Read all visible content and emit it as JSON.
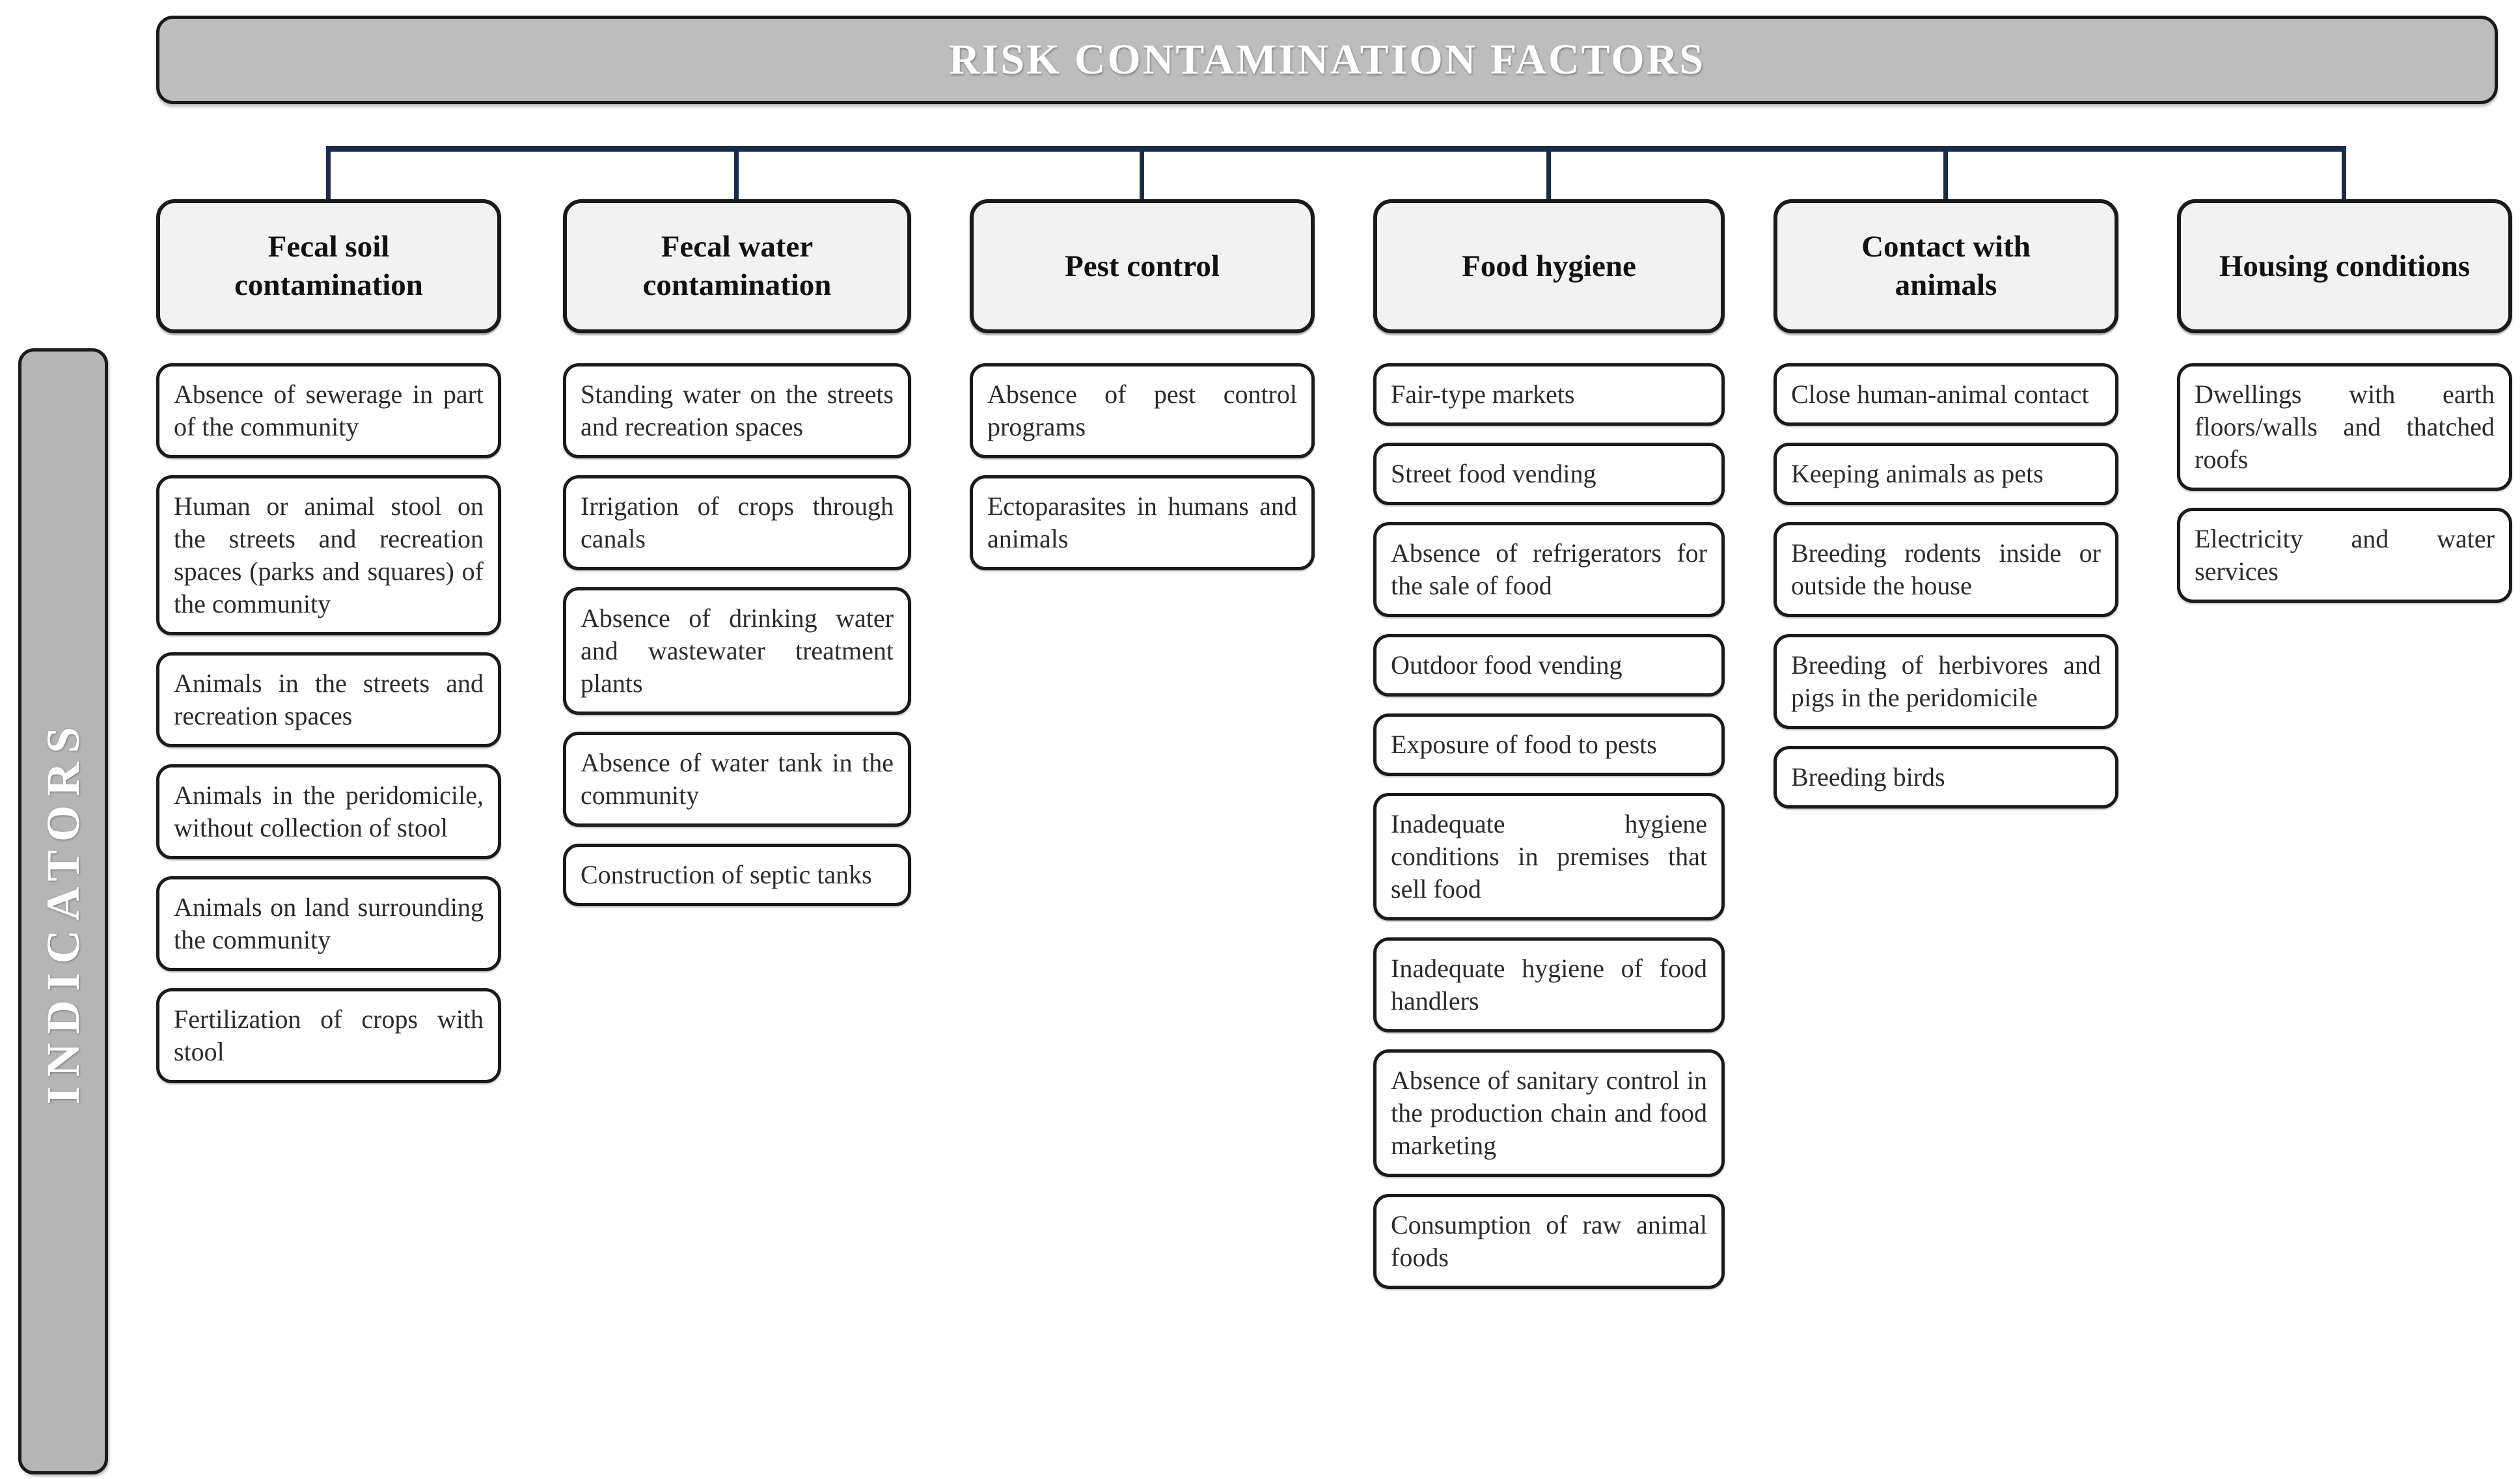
{
  "title": "RISK CONTAMINATION FACTORS",
  "sidebar": {
    "label": "INDICATORS"
  },
  "colors": {
    "connector_navy": "#1c2b4a",
    "title_bar_gray": "#bdbdbd",
    "sidebar_gray": "#b5b5b5",
    "category_fill": "#f2f2f2",
    "box_border": "#1a1a1a"
  },
  "columns": [
    {
      "header": "Fecal soil contamination",
      "indicators": [
        "Absence of sewerage in part of the community",
        "Human or animal stool on the streets and recreation spaces (parks and squares) of the community",
        "Animals in the streets and recreation spaces",
        "Animals in the peridomicile, without collection of stool",
        "Animals on land surrounding the community",
        "Fertilization of crops with stool"
      ]
    },
    {
      "header": "Fecal water contamination",
      "indicators": [
        "Standing water on the streets and recreation spaces",
        "Irrigation of crops through canals",
        "Absence of drinking water and wastewater treatment plants",
        "Absence of water tank in the community",
        "Construction of septic tanks"
      ]
    },
    {
      "header": "Pest control",
      "indicators": [
        "Absence of pest control programs",
        "Ectoparasites in humans and animals"
      ]
    },
    {
      "header": "Food hygiene",
      "indicators": [
        "Fair-type markets",
        "Street food vending",
        "Absence of refrigerators for the sale of food",
        "Outdoor food vending",
        "Exposure of food to pests",
        "Inadequate hygiene conditions in premises that sell food",
        "Inadequate hygiene of food handlers",
        "Absence of sanitary control in the production chain and food marketing",
        "Consumption of raw animal foods"
      ]
    },
    {
      "header": "Contact with animals",
      "indicators": [
        "Close human-animal contact",
        "Keeping animals as pets",
        "Breeding rodents inside or outside the house",
        "Breeding of herbivores and pigs in the peridomicile",
        "Breeding birds"
      ]
    },
    {
      "header": "Housing conditions",
      "indicators": [
        "Dwellings with earth floors/walls and thatched roofs",
        "Electricity and water services"
      ]
    }
  ]
}
